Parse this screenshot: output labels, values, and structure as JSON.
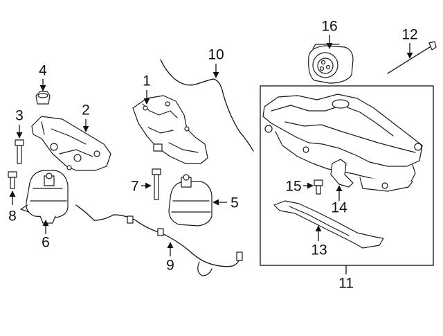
{
  "diagram": {
    "callouts": [
      {
        "id": "c1",
        "label": "1"
      },
      {
        "id": "c2",
        "label": "2"
      },
      {
        "id": "c3",
        "label": "3"
      },
      {
        "id": "c4",
        "label": "4"
      },
      {
        "id": "c5",
        "label": "5"
      },
      {
        "id": "c6",
        "label": "6"
      },
      {
        "id": "c7",
        "label": "7"
      },
      {
        "id": "c8",
        "label": "8"
      },
      {
        "id": "c9",
        "label": "9"
      },
      {
        "id": "c10",
        "label": "10"
      },
      {
        "id": "c11",
        "label": "11"
      },
      {
        "id": "c12",
        "label": "12"
      },
      {
        "id": "c13",
        "label": "13"
      },
      {
        "id": "c14",
        "label": "14"
      },
      {
        "id": "c15",
        "label": "15"
      },
      {
        "id": "c16",
        "label": "16"
      }
    ]
  }
}
